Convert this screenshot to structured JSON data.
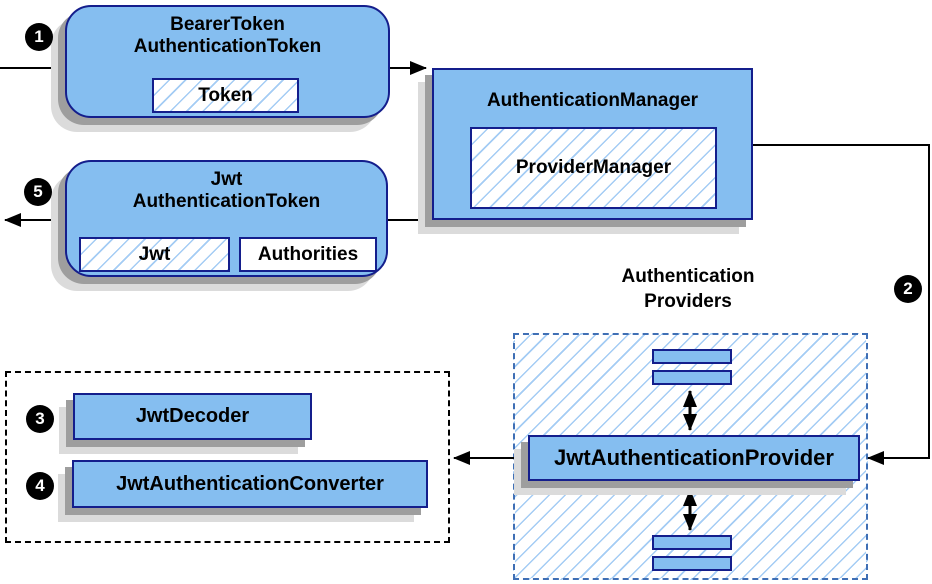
{
  "nodes": {
    "bearer_token": {
      "title_line1": "BearerToken",
      "title_line2": "AuthenticationToken",
      "chip_token": "Token"
    },
    "authentication_manager": {
      "title": "AuthenticationManager",
      "inner": "ProviderManager"
    },
    "jwt_authentication_token": {
      "title_line1": "Jwt",
      "title_line2": "AuthenticationToken",
      "chip_jwt": "Jwt",
      "chip_authorities": "Authorities"
    },
    "providers_group": {
      "label_line1": "Authentication",
      "label_line2": "Providers",
      "provider": "JwtAuthenticationProvider"
    },
    "decoder": {
      "label": "JwtDecoder"
    },
    "converter": {
      "label": "JwtAuthenticationConverter"
    }
  },
  "badges": {
    "step_1": "1",
    "step_2": "2",
    "step_3": "3",
    "step_4": "4",
    "step_5": "5"
  },
  "colors": {
    "box_fill": "#85BEF0",
    "box_border": "#141E8C",
    "hatch_color": "#A4CCF4",
    "blue_dash": "#3F6FB5",
    "shadow1": "#9E9E9E",
    "shadow2": "#DBDBDB",
    "arrow_color": "#000000"
  }
}
